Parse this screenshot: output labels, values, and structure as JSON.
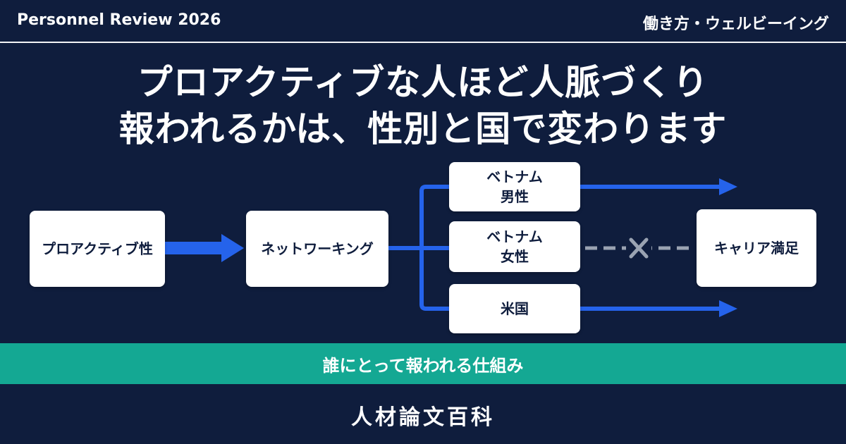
{
  "header": {
    "left_title": "Personnel Review 2026",
    "right_category": "働き方・ウェルビーイング"
  },
  "headline": {
    "line1": "プロアクティブな人ほど人脈づくり",
    "line2": "報われるかは、性別と国で変わります"
  },
  "diagram": {
    "nodes": {
      "proactivity": "プロアクティブ性",
      "networking": "ネットワーキング",
      "vietnam_male": "ベトナム\n男性",
      "vietnam_female": "ベトナム\n女性",
      "us": "米国",
      "career_satisfaction": "キャリア満足"
    },
    "links": [
      {
        "from": "vietnam_male",
        "to": "career_satisfaction",
        "style": "solid"
      },
      {
        "from": "vietnam_female",
        "to": "career_satisfaction",
        "style": "dashed-blocked"
      },
      {
        "from": "us",
        "to": "career_satisfaction",
        "style": "solid"
      }
    ],
    "blocked_icon": "x-mark-icon"
  },
  "band": {
    "label": "誰にとって報われる仕組み"
  },
  "footer": {
    "brand": "人材論文百科"
  },
  "colors": {
    "background": "#0f1d3d",
    "arrow_blue": "#2563eb",
    "teal": "#14a893",
    "dashed_gray": "#9aa3b2"
  }
}
